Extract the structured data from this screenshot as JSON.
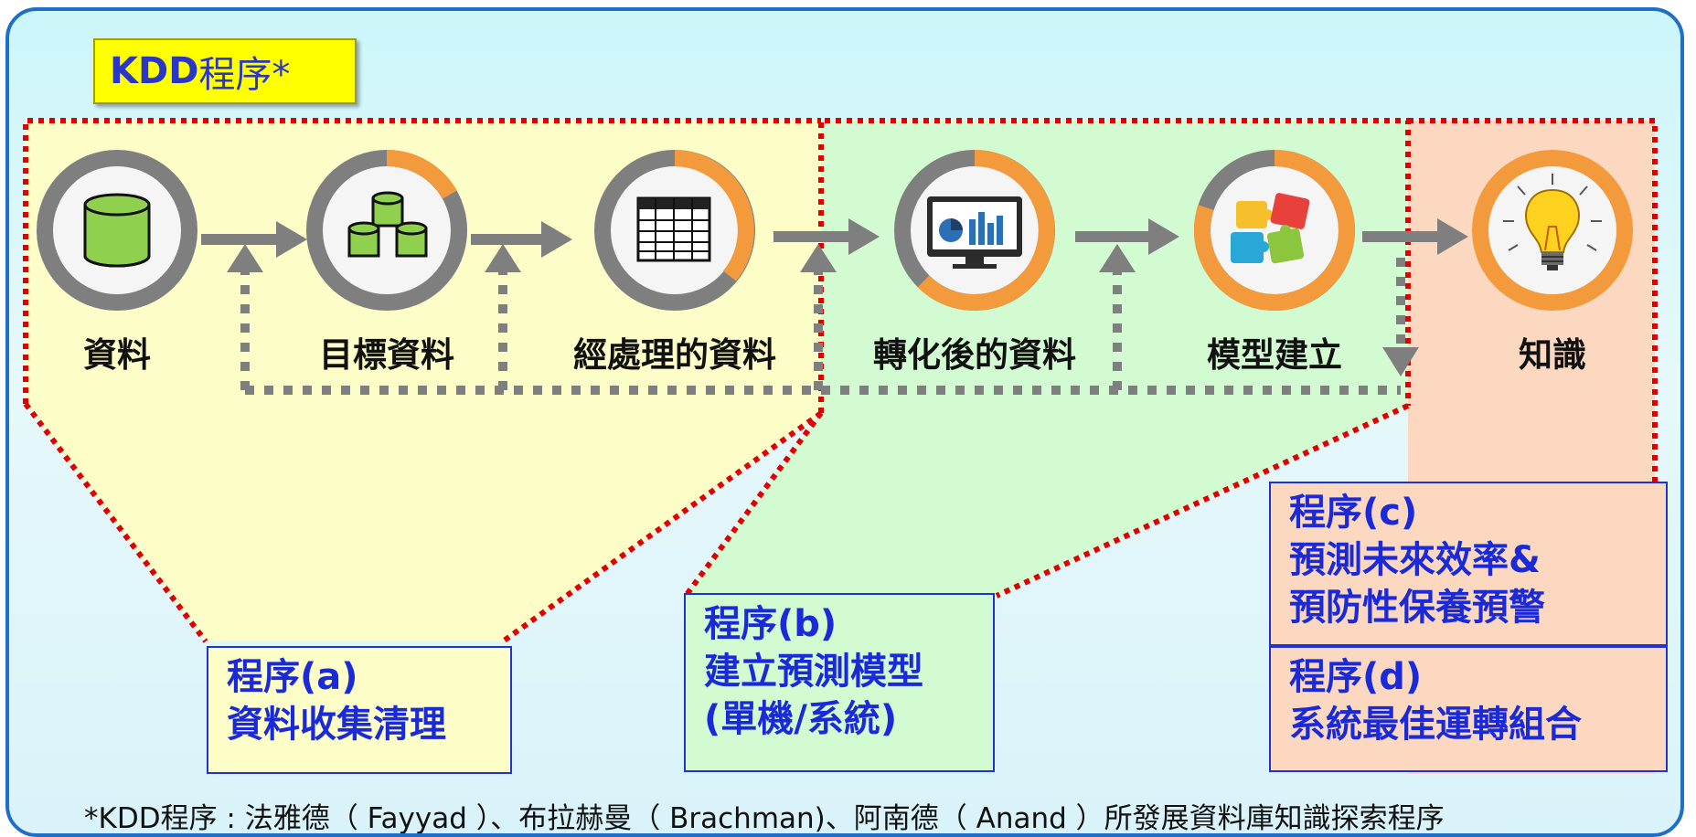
{
  "title": {
    "prefix": "KDD",
    "suffix": "程序*"
  },
  "nodes": [
    {
      "label": "資料",
      "icon": "database-icon"
    },
    {
      "label": "目標資料",
      "icon": "database-cluster-icon"
    },
    {
      "label": "經處理的資料",
      "icon": "table-icon"
    },
    {
      "label": "轉化後的資料",
      "icon": "chart-monitor-icon"
    },
    {
      "label": "模型建立",
      "icon": "puzzle-icon"
    },
    {
      "label": "知識",
      "icon": "lightbulb-icon"
    }
  ],
  "boxes": {
    "a": {
      "line1": "程序(a)",
      "line2": "資料收集清理"
    },
    "b": {
      "line1": "程序(b)",
      "line2": "建立預測模型",
      "line3": "(單機/系統)"
    },
    "c": {
      "line1": "程序(c)",
      "line2": "預測未來效率&",
      "line3": "預防性保養預警"
    },
    "d": {
      "line1": "程序(d)",
      "line2": "系統最佳運轉組合"
    }
  },
  "footnote": "*KDD程序 : 法雅德（ Fayyad ）、布拉赫曼（ Brachman)、阿南德（ Anand ）所發展資料庫知識探索程序",
  "colors": {
    "zone_a": "#fdfdc8",
    "zone_b": "#d2fbd2",
    "zone_c": "#fcd8c0",
    "dotted_red": "#e00000",
    "ring_gray": "#7f7f7f",
    "ring_orange": "#f39a3c",
    "arrow_gray": "#7f7f7f",
    "box_text": "#1a2ad8",
    "title_bg": "#ffff00"
  }
}
